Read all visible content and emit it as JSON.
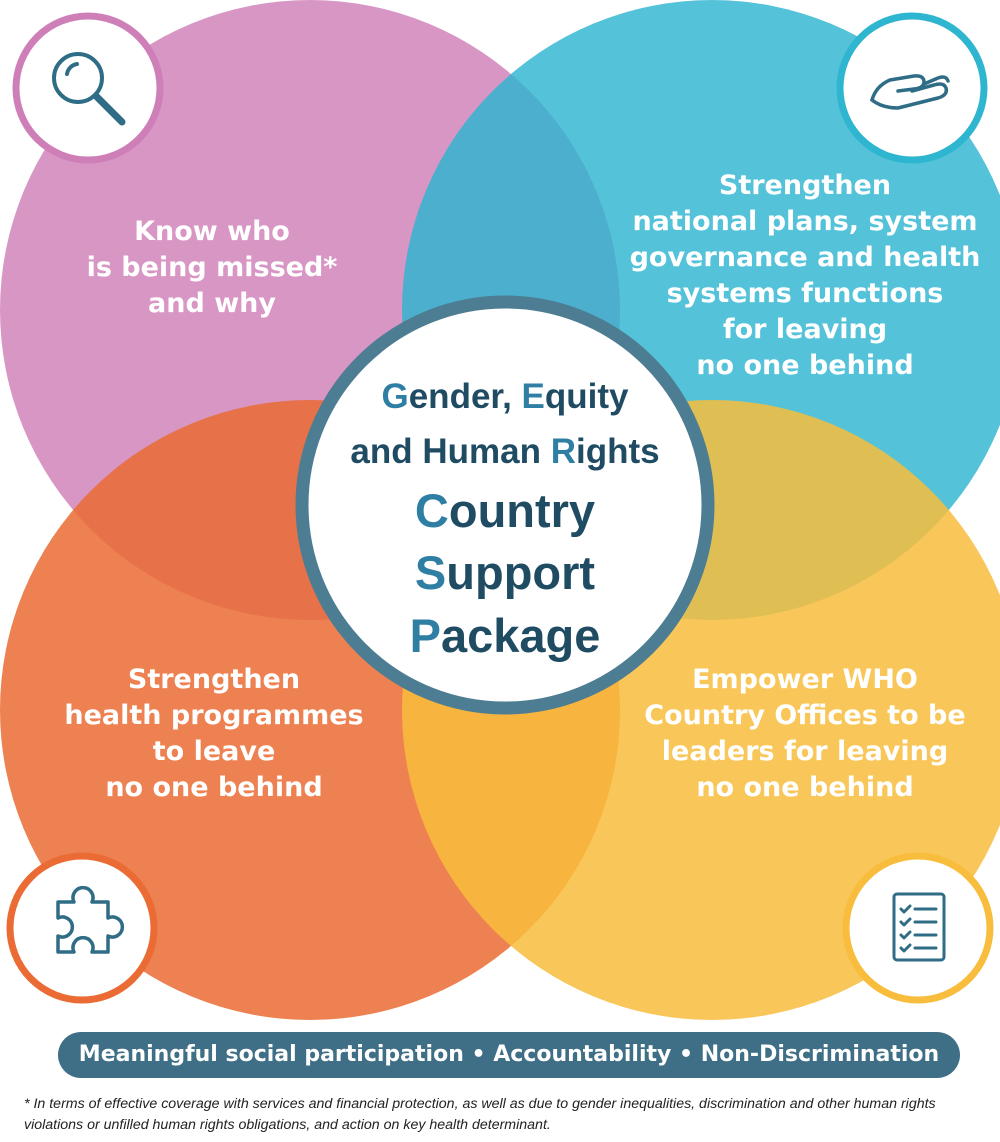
{
  "quadrants": {
    "top_left": {
      "lines": [
        "Know who",
        "is being missed*",
        "and why"
      ]
    },
    "top_right": {
      "lines": [
        "Strengthen",
        "national plans, system",
        "governance and health",
        "systems functions",
        "for leaving",
        "no one behind"
      ]
    },
    "bottom_left": {
      "lines": [
        "Strengthen",
        "health programmes",
        "to leave",
        "no one behind"
      ]
    },
    "bottom_right": {
      "lines": [
        "Empower WHO",
        "Country Offices to be",
        "leaders for leaving",
        "no one behind"
      ]
    }
  },
  "center": {
    "line1": [
      {
        "t": "G",
        "a": true
      },
      {
        "t": "ender, ",
        "a": false
      },
      {
        "t": "E",
        "a": true
      },
      {
        "t": "quity",
        "a": false
      }
    ],
    "line2": [
      {
        "t": "and Human ",
        "a": false
      },
      {
        "t": "R",
        "a": true
      },
      {
        "t": "ights",
        "a": false
      }
    ],
    "line3": [
      {
        "t": "C",
        "a": true
      },
      {
        "t": "ountry",
        "a": false
      }
    ],
    "line4": [
      {
        "t": "S",
        "a": true
      },
      {
        "t": "upport",
        "a": false
      }
    ],
    "line5": [
      {
        "t": "P",
        "a": true
      },
      {
        "t": "ackage",
        "a": false
      }
    ]
  },
  "icons": {
    "top_left": "magnifying-glass-icon",
    "top_right": "open-hand-icon",
    "bottom_left": "puzzle-piece-icon",
    "bottom_right": "checklist-icon"
  },
  "colors": {
    "purple": "#cf7fb8",
    "teal": "#2eb5cf",
    "orange": "#ea6b33",
    "yellow": "#f8bd3c",
    "center_ring": "#4d7d92",
    "center_text": "#1f4b63",
    "center_accent": "#2f7fa4"
  },
  "banner": {
    "text": "Meaningful social participation • Accountability • Non-Discrimination"
  },
  "footnote": {
    "text": "* In terms of effective coverage with services and financial protection, as well as due to gender inequalities, discrimination and other human rights violations or unfilled human rights obligations, and action on key health determinant."
  }
}
